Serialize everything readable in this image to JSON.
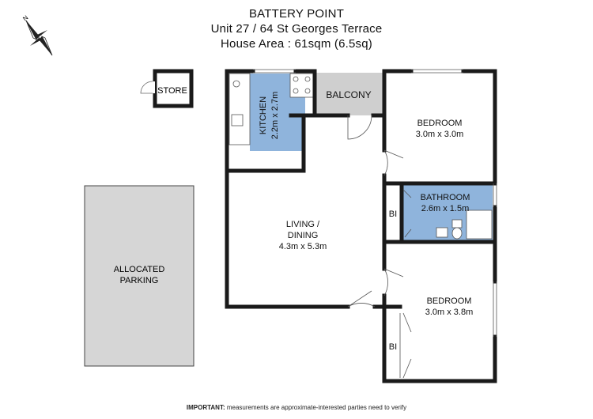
{
  "title": {
    "line1": "BATTERY POINT",
    "line2": "Unit 27 / 64 St Georges Terrace",
    "line3": "House Area : 61sqm (6.5sq)"
  },
  "compass": {
    "north_label": "N"
  },
  "rooms": {
    "store": "STORE",
    "balcony": "BALCONY",
    "kitchen_name": "KITCHEN",
    "kitchen_dims": "2.2m x 2.7m",
    "bedroom1_name": "BEDROOM",
    "bedroom1_dims": "3.0m x 3.0m",
    "bathroom_name": "BATHROOM",
    "bathroom_dims": "2.6m x 1.5m",
    "bi_upper": "BI",
    "living_name": "LIVING /",
    "living_name2": "DINING",
    "living_dims": "4.3m x 5.3m",
    "parking_line1": "ALLOCATED",
    "parking_line2": "PARKING",
    "bedroom2_name": "BEDROOM",
    "bedroom2_dims": "3.0m x 3.8m",
    "bi_lower": "BI"
  },
  "footer": {
    "important": "IMPORTANT:",
    "note": "measurements are approximate-interested parties need to verify"
  },
  "colors": {
    "wall": "#1a1a1a",
    "wet_area": "#8fb4dc",
    "balcony": "#cfcfcf",
    "parking": "#d6d6d6",
    "text": "#111111"
  }
}
